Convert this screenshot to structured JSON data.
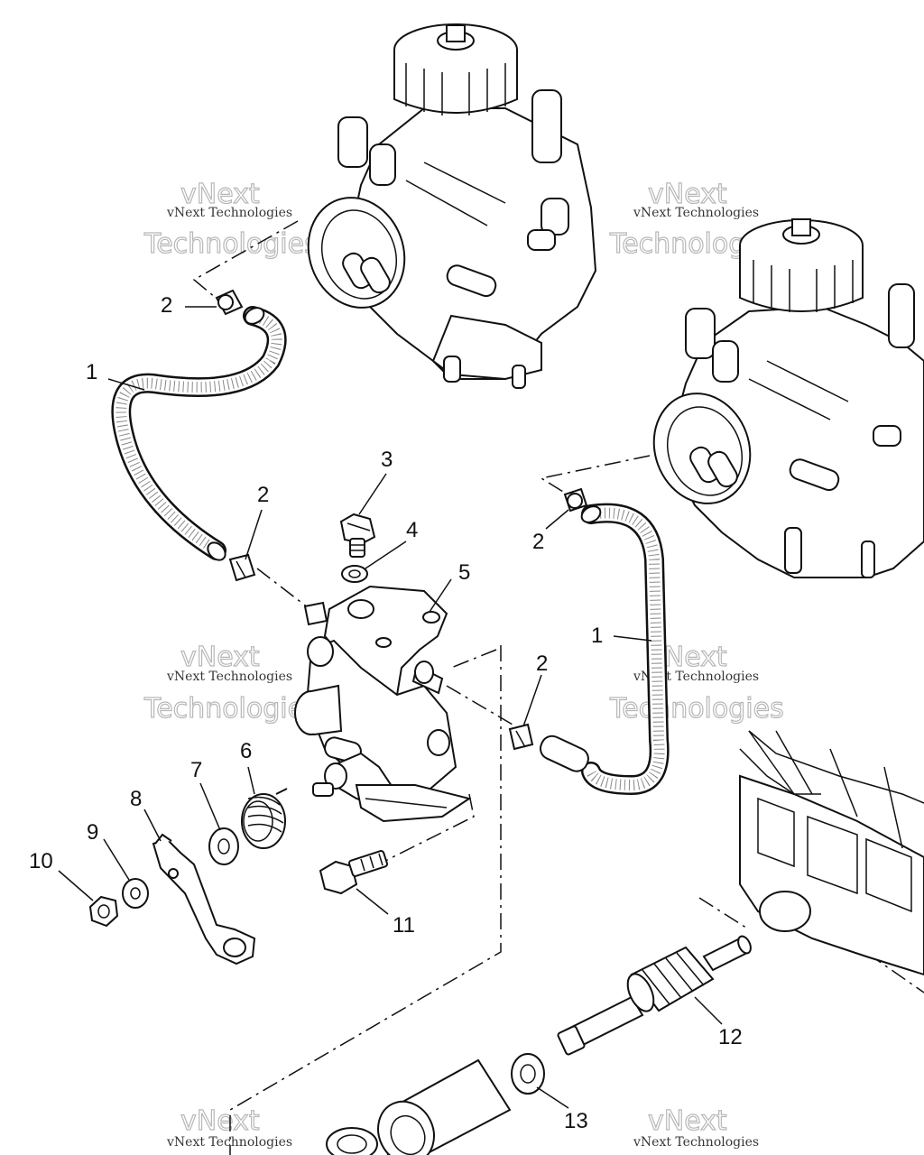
{
  "watermark": {
    "small_text": "vNext Technologies",
    "big_line1": "vNext",
    "big_line2": "Technologies"
  },
  "callouts": [
    {
      "id": "1a",
      "text": "1"
    },
    {
      "id": "1b",
      "text": "1"
    },
    {
      "id": "2a",
      "text": "2"
    },
    {
      "id": "2b",
      "text": "2"
    },
    {
      "id": "2c",
      "text": "2"
    },
    {
      "id": "2d",
      "text": "2"
    },
    {
      "id": "3",
      "text": "3"
    },
    {
      "id": "4",
      "text": "4"
    },
    {
      "id": "5",
      "text": "5"
    },
    {
      "id": "6",
      "text": "6"
    },
    {
      "id": "7",
      "text": "7"
    },
    {
      "id": "8",
      "text": "8"
    },
    {
      "id": "9",
      "text": "9"
    },
    {
      "id": "10",
      "text": "10"
    },
    {
      "id": "11",
      "text": "11"
    },
    {
      "id": "12",
      "text": "12"
    },
    {
      "id": "13",
      "text": "13"
    }
  ]
}
